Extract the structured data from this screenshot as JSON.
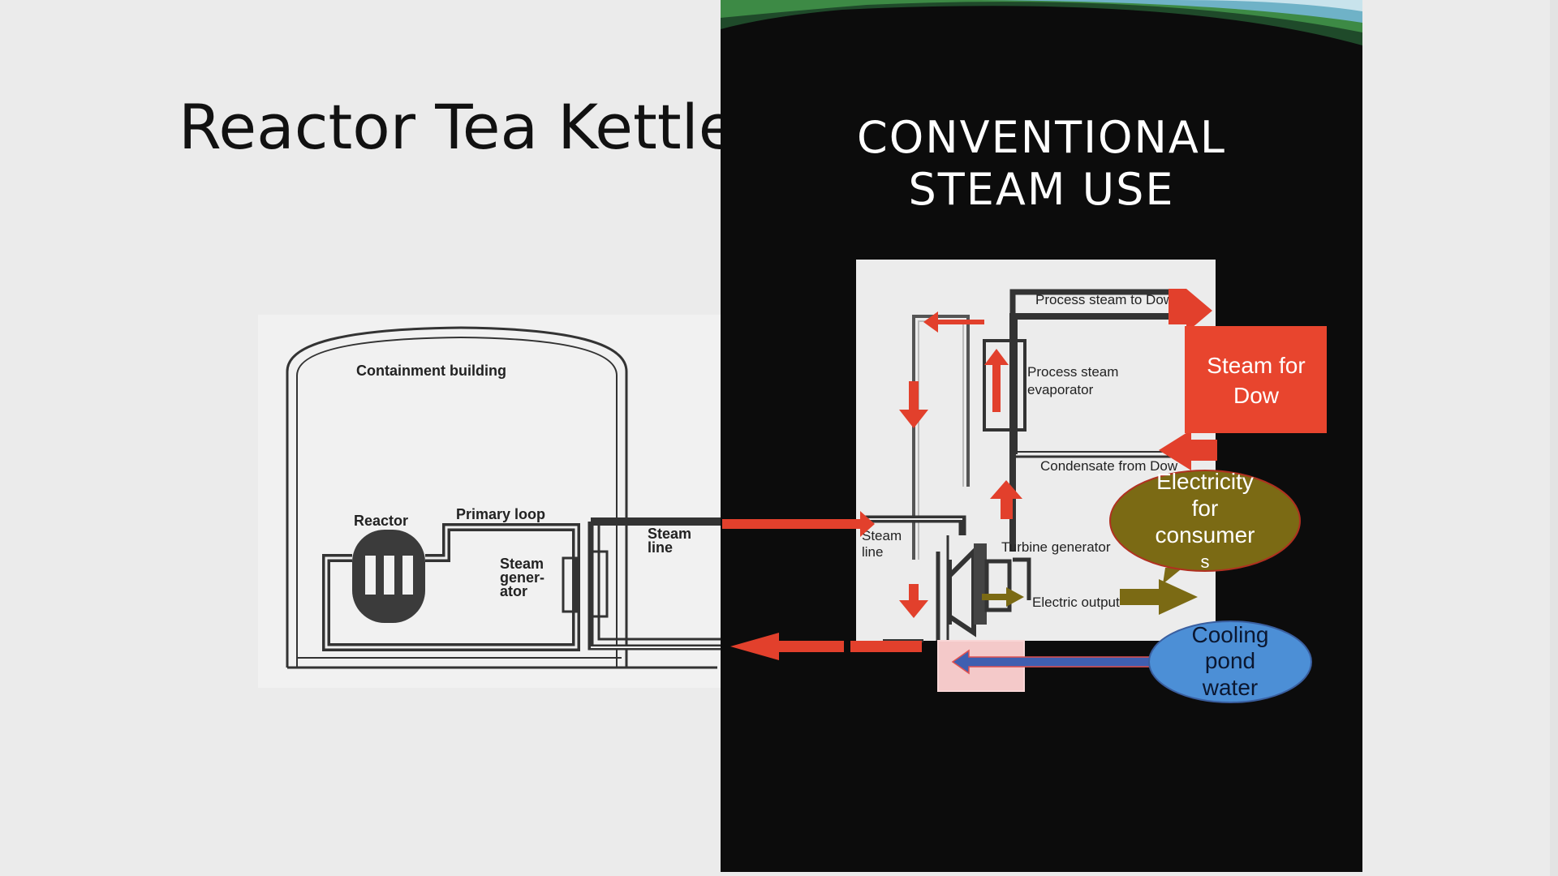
{
  "slide": {
    "left_title": "Reactor Tea Kettle",
    "right_title_line1": "CONVENTIONAL",
    "right_title_line2": "STEAM  USE"
  },
  "left_diagram": {
    "containment": "Containment building",
    "reactor": "Reactor",
    "primary_loop": "Primary loop",
    "steam_generator": [
      "Steam",
      "gener-",
      "ator"
    ],
    "steam_line": [
      "Steam",
      "line"
    ]
  },
  "right_diagram": {
    "process_steam_to_dow": "Process steam to Dow",
    "process_steam_evaporator": [
      "Process steam",
      "evaporator"
    ],
    "condensate_from_dow": "Condensate from Dow",
    "steam_line": [
      "Steam",
      "line"
    ],
    "turbine_generator": "Turbine generator",
    "electric_output": "Electric output"
  },
  "callouts": {
    "steam_for_dow": [
      "Steam for",
      "Dow"
    ],
    "electricity": [
      "Electricity",
      "for",
      "consumer",
      "s"
    ],
    "cooling_pond": [
      "Cooling",
      "pond",
      "water"
    ]
  },
  "colors": {
    "arrow_red": "#e2402c",
    "box_red": "#e8452e",
    "olive": "#7b6a14",
    "pond_blue": "#4c8fd6",
    "panel_black": "#0c0c0c"
  }
}
